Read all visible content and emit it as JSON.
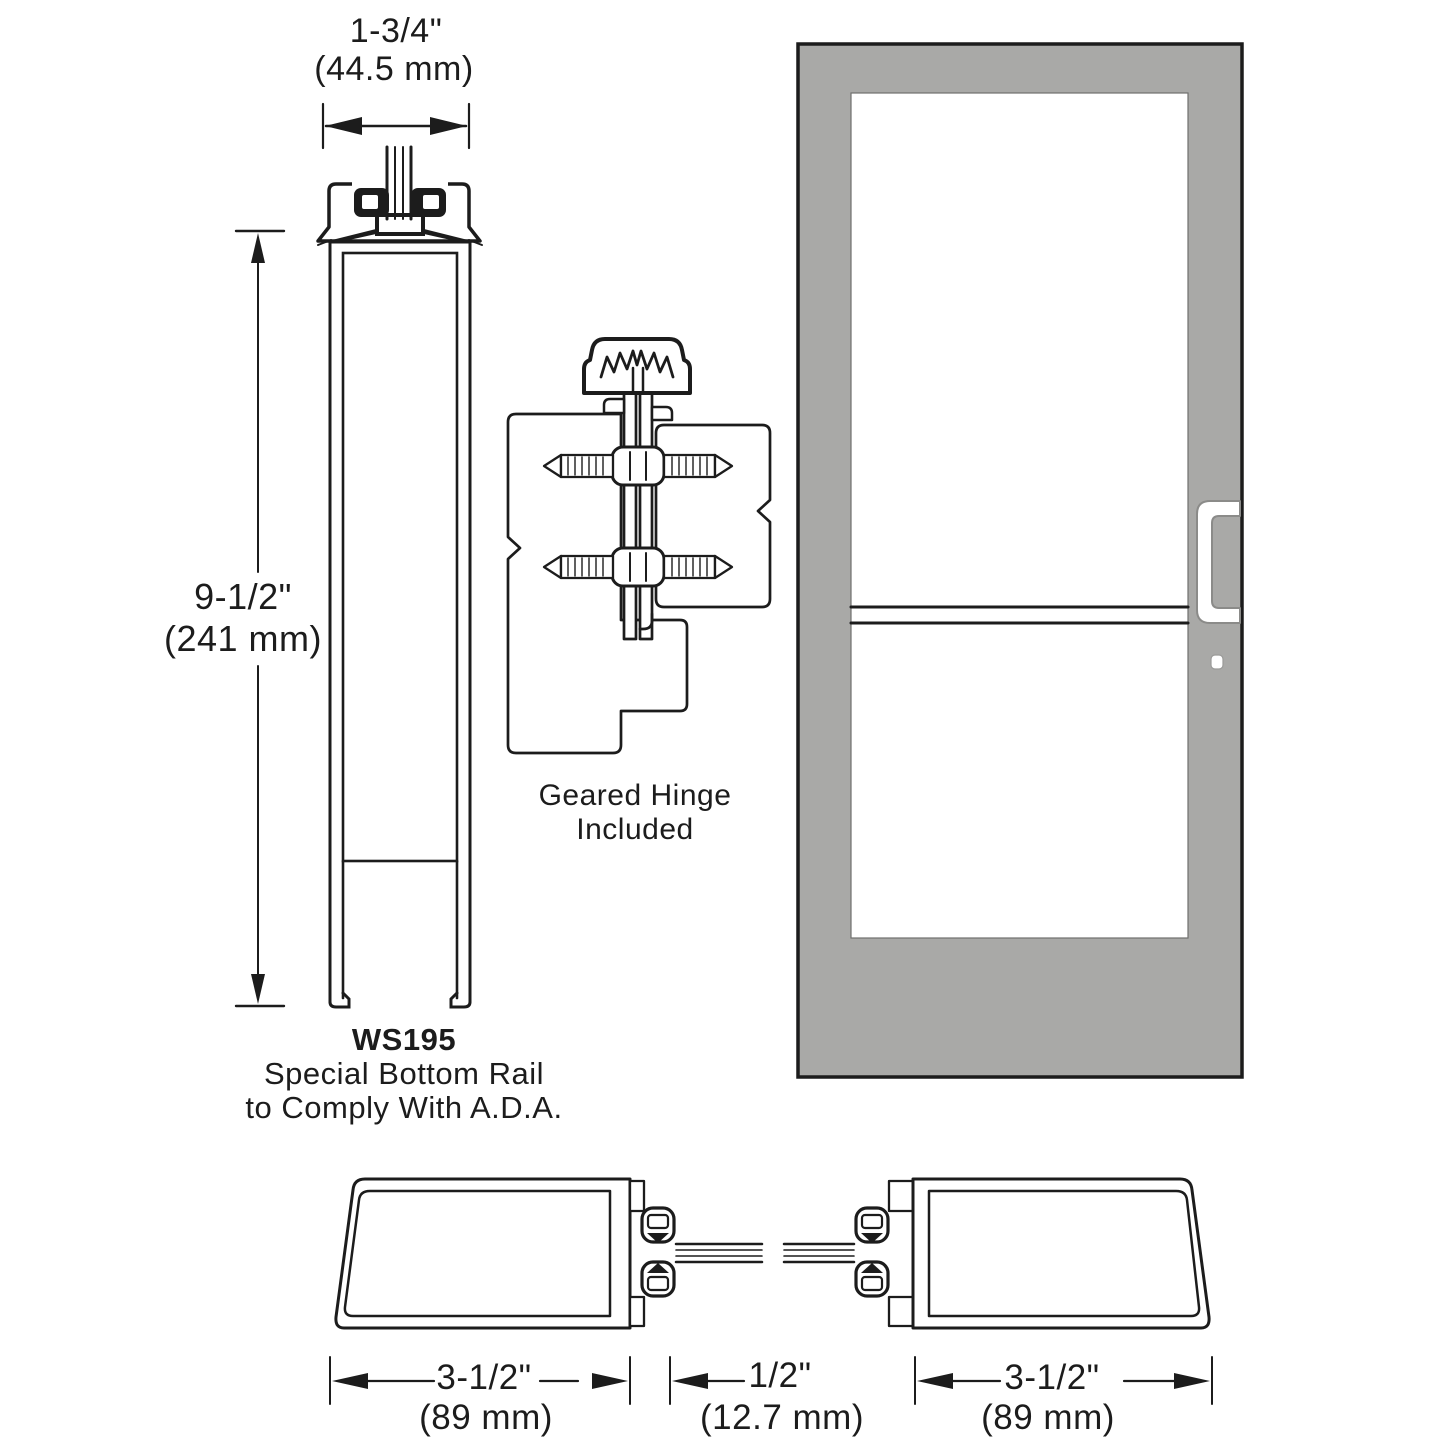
{
  "rail_detail": {
    "width_dim": {
      "inches": "1-3/4\"",
      "mm": "(44.5 mm)"
    },
    "height_dim": {
      "inches": "9-1/2\"",
      "mm": "(241 mm)"
    },
    "model": "WS195",
    "note_line1": "Special Bottom Rail",
    "note_line2": "to Comply With A.D.A."
  },
  "hinge_detail": {
    "caption_line1": "Geared Hinge",
    "caption_line2": "Included"
  },
  "stile_detail": {
    "left_stile_dim": {
      "inches": "3-1/2\"",
      "mm": "(89 mm)"
    },
    "glass_dim": {
      "inches": "1/2\"",
      "mm": "(12.7 mm)"
    },
    "right_stile_dim": {
      "inches": "3-1/2\"",
      "mm": "(89 mm)"
    }
  },
  "colors": {
    "door_gray": "#a9a9a7",
    "line_ink": "#1c1c1c"
  }
}
